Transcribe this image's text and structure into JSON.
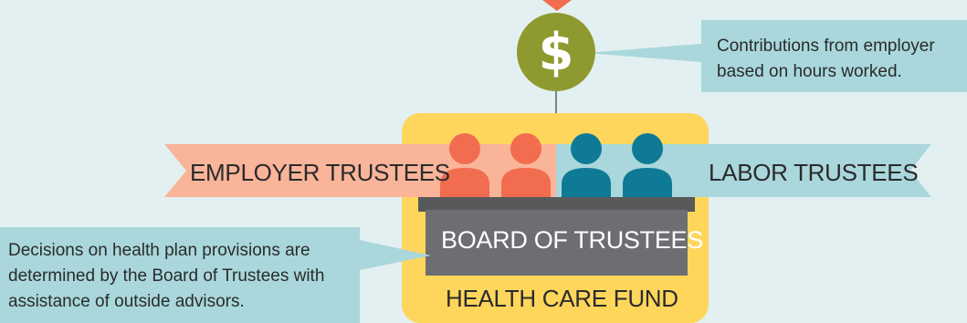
{
  "diagram": {
    "contribution_note": "Contributions from employer based on hours worked.",
    "employer_trustees": "EMPLOYER TRUSTEES",
    "labor_trustees": "LABOR TRUSTEES",
    "board": "BOARD OF TRUSTEES",
    "fund": "HEALTH CARE FUND",
    "decision_note": "Decisions on health plan provisions are determined by the Board of Trustees with assistance of outside advisors.",
    "currency_symbol": "$"
  },
  "colors": {
    "background": "#e3f0f1",
    "fund_box": "#ffd65c",
    "board_box": "#6d6e71",
    "employer_accent": "#f26c4f",
    "employer_ribbon": "#f9b499",
    "labor_accent": "#0f7a95",
    "labor_ribbon": "#a9d7dc",
    "callout": "#a9d7dc",
    "coin": "#8e9a2f",
    "arrow": "#f26c4f"
  },
  "icons": [
    "dollar-coin-icon",
    "person-icon",
    "arrow-down-icon"
  ]
}
